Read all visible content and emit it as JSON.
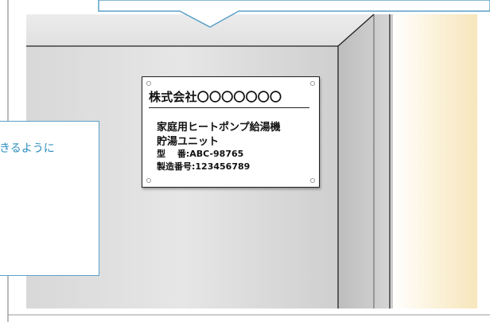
{
  "plate": {
    "company": "株式会社〇〇〇〇〇〇〇",
    "product": "家庭用ヒートポンプ給湯機",
    "unit": "貯湯ユニット",
    "model": "型　 番:ABC-98765",
    "serial": "製造番号:123456789"
  },
  "callout": {
    "text": "きるように"
  },
  "colors": {
    "callout_border": "#5aa0c8",
    "callout_text": "#2e8fc0",
    "wall": "#e4e4e4",
    "door": "#d6d6d6"
  }
}
